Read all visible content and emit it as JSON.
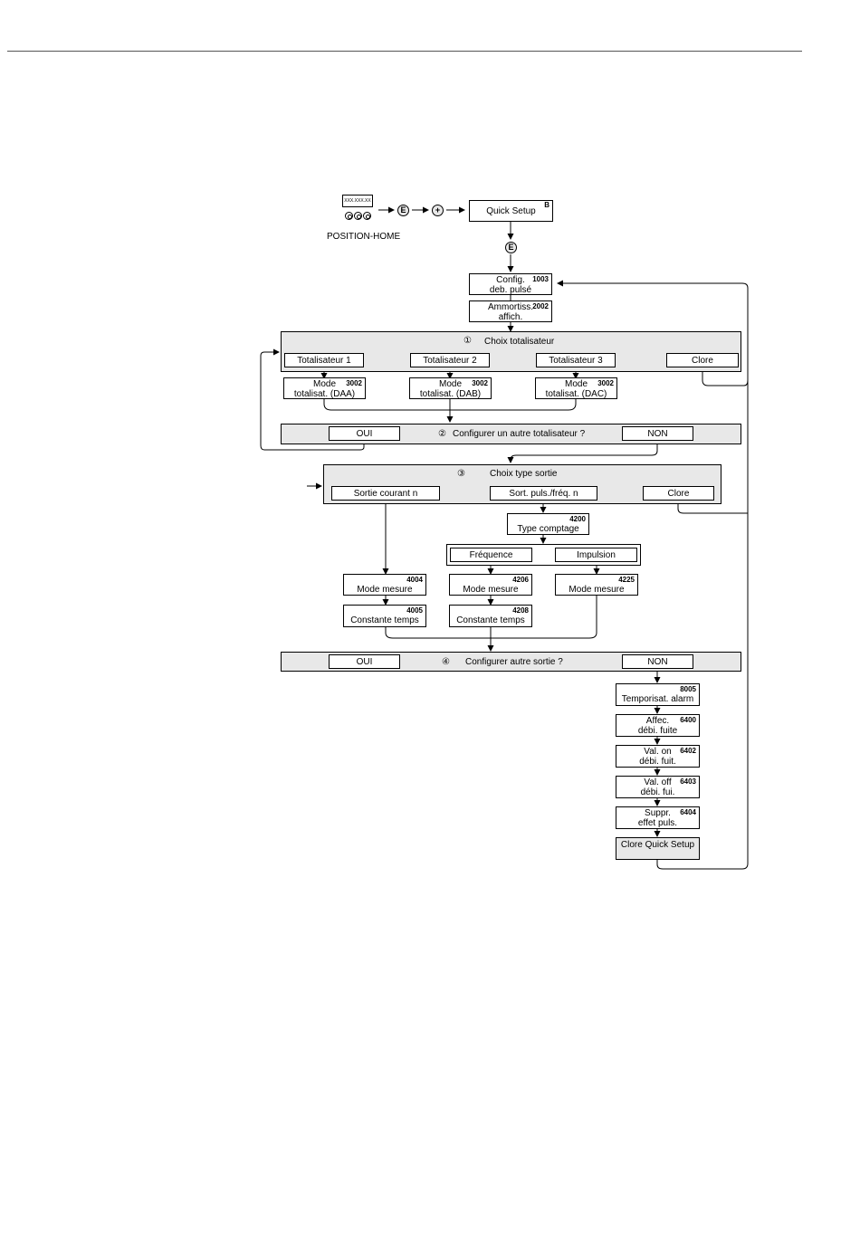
{
  "home": {
    "display_text": "XXX.XXX.XX",
    "label": "POSITION-HOME",
    "key_e": "E",
    "key_plus": "+"
  },
  "quick_setup": {
    "label": "Quick Setup",
    "superscript": "B"
  },
  "config_pulse": {
    "line1": "Config.",
    "line2": "deb. pulsé",
    "code": "1003"
  },
  "damping": {
    "line1": "Ammortiss.",
    "line2": "affich.",
    "code": "2002"
  },
  "section1": {
    "marker": "①",
    "title": "Choix totalisateur",
    "options": [
      "Totalisateur 1",
      "Totalisateur 2",
      "Totalisateur 3"
    ],
    "close": "Clore"
  },
  "totalizer_modes": [
    {
      "line1": "Mode",
      "line2": "totalisat. (DAA)",
      "code": "3002"
    },
    {
      "line1": "Mode",
      "line2": "totalisat. (DAB)",
      "code": "3002"
    },
    {
      "line1": "Mode",
      "line2": "totalisat. (DAC)",
      "code": "3002"
    }
  ],
  "section2": {
    "marker": "②",
    "question": "Configurer un autre totalisateur ?",
    "yes": "OUI",
    "no": "NON"
  },
  "section3": {
    "marker": "③",
    "title": "Choix type sortie",
    "options": [
      "Sortie courant n",
      "Sort. puls./fréq. n"
    ],
    "close": "Clore"
  },
  "count_type": {
    "label": "Type comptage",
    "code": "4200"
  },
  "freq_impulse": {
    "frequency": "Fréquence",
    "impulse": "Impulsion"
  },
  "measure_modes": [
    {
      "label": "Mode mesure",
      "code": "4004"
    },
    {
      "label": "Mode mesure",
      "code": "4206"
    },
    {
      "label": "Mode mesure",
      "code": "4225"
    }
  ],
  "time_constants": [
    {
      "label": "Constante temps",
      "code": "4005"
    },
    {
      "label": "Constante temps",
      "code": "4208"
    }
  ],
  "section4": {
    "marker": "④",
    "question": "Configurer autre sortie ?",
    "yes": "OUI",
    "no": "NON"
  },
  "final_steps": [
    {
      "line1": "",
      "line2": "Temporisat. alarm",
      "code": "8005"
    },
    {
      "line1": "Affec.",
      "line2": "débi. fuite",
      "code": "6400"
    },
    {
      "line1": "Val. on",
      "line2": "débi. fuit.",
      "code": "6402"
    },
    {
      "line1": "Val. off",
      "line2": "débi. fui.",
      "code": "6403"
    },
    {
      "line1": "Suppr.",
      "line2": "effet puls.",
      "code": "6404"
    }
  ],
  "finish": {
    "label": "Clore Quick Setup"
  }
}
